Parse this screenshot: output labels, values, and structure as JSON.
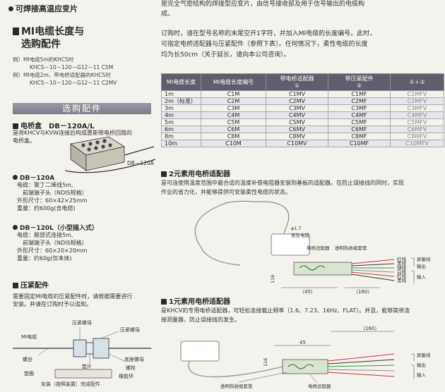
{
  "left": {
    "top_bullet": "可焊接高温应变片",
    "mi_heading_line1": "MI电缆长度与",
    "mi_heading_line2": "选购配件",
    "examples": [
      "例）MI电缆5m的KHCS时",
      "KHCS－10－120－G12－11 C5M",
      "例）MI电缆2m、带电桥适配器的KHCS时",
      "KHCS－10－120－G12－11 C2MV"
    ],
    "options_band": "选购配件",
    "bridge_box": {
      "heading": "电桥盒　DB－120A/L",
      "desc": [
        "是将KHCV与KVW连接后构成惠斯顿电桥回路的",
        "电桥盒。"
      ],
      "image_label": "DB－120A"
    },
    "db120a": {
      "title": "DB－120A",
      "specs": [
        "电缆：聚丁二烯线5m,",
        "　前端端子头（NDIS规格）",
        "外形尺寸：60×42×25mm",
        "重量：约600g(含电缆)"
      ]
    },
    "db120l": {
      "title": "DB－120L（小型插入式）",
      "specs": [
        "电缆：舰部式连接5m,",
        "　前端端子头（NDIS规格）",
        "外形尺寸：60×20×20mm",
        "重量：约60g(仅本体)"
      ]
    },
    "clamp": {
      "heading": "压紧配件",
      "desc": [
        "需要固定MI电缆的压紧配件时，请根据需要进行",
        "安装。并请在订购时予以追知。"
      ],
      "labels": {
        "pressure_nut": "压紧螺母",
        "clamp_nut": "压紧螺母",
        "gasket": "垫片",
        "base_nut": "底座螺母",
        "mi_cable": "MI电缆",
        "screw": "螺丝",
        "bolt": "螺栓",
        "washer": "垫圈",
        "rubber": "橡胶环",
        "bottom": "安装（按照装置）完成配件"
      }
    }
  },
  "right": {
    "intro_lines": [
      "是完全气密结构的焊接型应变片，由信号接收部及用于信号输出的电缆构",
      "成。"
    ],
    "order_lines": [
      "订购时，请在型号名称的末尾空开1字符，并加入MI电缆的长度编号。此时，",
      "可指定电桥适配器与压紧配件（参照下表）。任何情况下，柔性电缆的长度",
      "均为长50cm（关于延长，请向本公司咨询）。"
    ],
    "table": {
      "headers": [
        "MI电缆长度",
        "MI电缆长度编号",
        "带电桥适配器\n①",
        "带压紧配件\n②",
        "①＋②"
      ],
      "rows": [
        [
          "1m",
          "C1M",
          "C1MV",
          "C1MF",
          "C1MFV"
        ],
        [
          "2m（标准）",
          "C2M",
          "C2MV",
          "C2MF",
          "C2MFV"
        ],
        [
          "3m",
          "C3M",
          "C3MV",
          "C3MF",
          "C3MFV"
        ],
        [
          "4m",
          "C4M",
          "C4MV",
          "C4MF",
          "C4MFV"
        ],
        [
          "5m",
          "C5M",
          "C5MV",
          "C5MF",
          "C5MFV"
        ],
        [
          "6m",
          "C6M",
          "C6MV",
          "C6MF",
          "C6MFV"
        ],
        [
          "8m",
          "C8M",
          "C8MV",
          "C8MF",
          "C8MFV"
        ],
        [
          "10m",
          "C10M",
          "C10MV",
          "C10MF",
          "C10MFV"
        ]
      ]
    },
    "two_elem": {
      "heading": "2元素用电桥适配器",
      "desc": [
        "是可连使用温度范围中最合适的温度补偿电阻器安装到基板的适配器。在防止误接线的同时，实现",
        "作业的省力化，并能够提供可安装柔性电缆的状态。"
      ],
      "labels": {
        "dia": "φ1.7",
        "flex": "柔性电缆",
        "adapter": "电桥适配器",
        "tube": "透明热收缩套管",
        "dim_45": "（45）",
        "dim_160": "（160）",
        "dim_116": "116",
        "wires": [
          "红线",
          "黑线",
          "绿线",
          "白线",
          "红线",
          "黑线"
        ],
        "right_labels": [
          "屏蔽线",
          "输出",
          "输入"
        ]
      }
    },
    "one_elem": {
      "heading": "1元素用电桥适配器",
      "desc": [
        "是KHCV的专用电桥适配器，可轻松连接载止频率（1.6、7.23、16Hz、FLAT）。并且，能够简单连",
        "接测量器，防止误接线的发生。"
      ],
      "labels": {
        "dim_160": "（160）",
        "dim_45": "45",
        "dim_116": "116",
        "tube": "透明热收缩套管",
        "adapter": "电桥适配器",
        "right_labels": [
          "屏蔽线",
          "输出",
          "输入"
        ]
      }
    }
  }
}
